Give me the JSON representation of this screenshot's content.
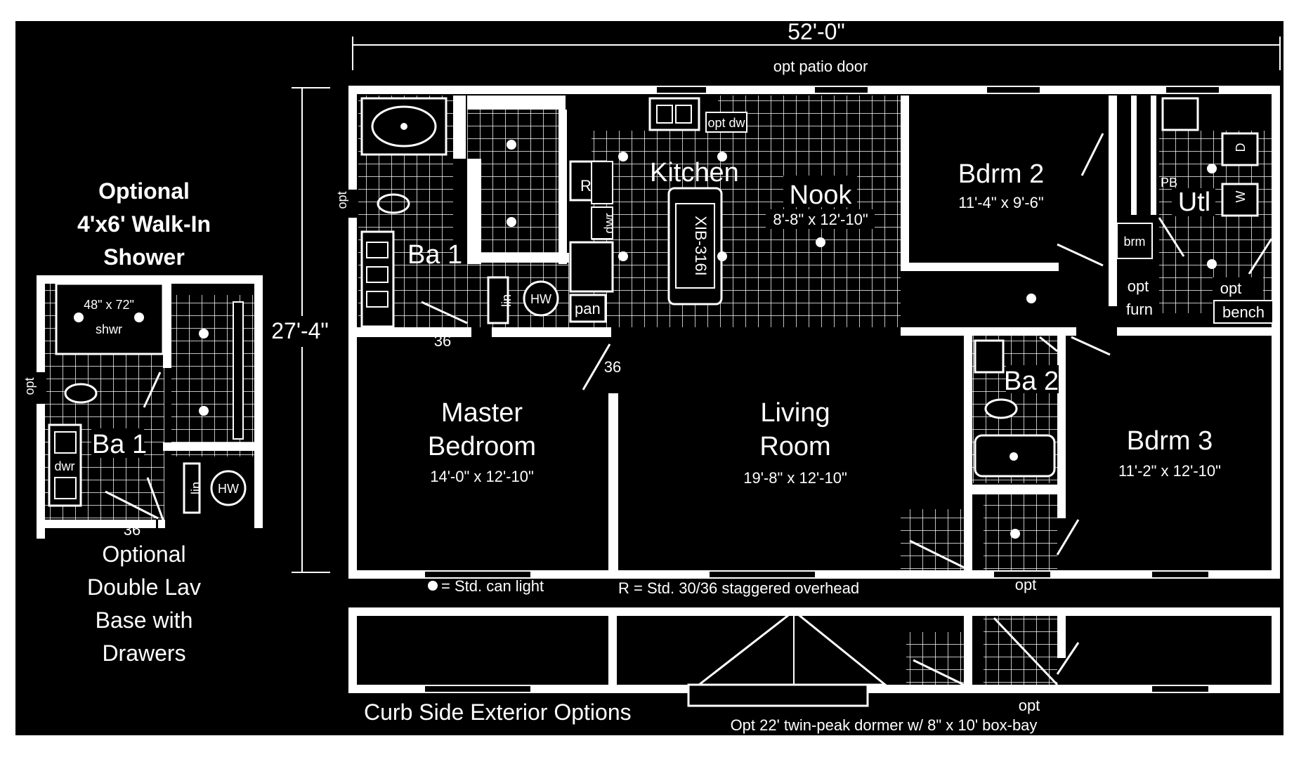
{
  "dimensions": {
    "width": "52'-0\"",
    "depth": "27'-4\""
  },
  "top_note": "opt patio door",
  "rooms": {
    "kitchen": "Kitchen",
    "nook": {
      "name": "Nook",
      "size": "8'-8\" x 12'-10\""
    },
    "bdrm2": {
      "name": "Bdrm 2",
      "size": "11'-4\" x 9'-6\""
    },
    "utl": "Utl",
    "ba1": "Ba 1",
    "ba2": "Ba 2",
    "master": {
      "name_line1": "Master",
      "name_line2": "Bedroom",
      "size": "14'-0\" x 12'-10\""
    },
    "living": {
      "name_line1": "Living",
      "name_line2": "Room",
      "size": "19'-8\" x 12'-10\""
    },
    "bdrm3": {
      "name": "Bdrm 3",
      "size": "11'-2\" x 12'-10\""
    }
  },
  "fixtures": {
    "island": "XIB-316I",
    "opt_dw": "opt dw",
    "refrigerator": "R",
    "dwr": "dwr",
    "pan": "pan",
    "lin": "lin",
    "water_heater": "HW",
    "brm": "brm",
    "opt_furn_1": "opt",
    "opt_furn_2": "furn",
    "opt_bench_1": "opt",
    "bench": "bench",
    "pb": "PB",
    "dryer": "D",
    "washer": "W"
  },
  "door_labels": {
    "d36_a": "36",
    "d36_b": "36",
    "d36_c": "36"
  },
  "side_labels": {
    "opt_main": "opt",
    "opt_inset": "opt",
    "opt_front": "opt",
    "opt_curb": "opt"
  },
  "inset_shower": {
    "title_line1": "Optional",
    "title_line2": "4'x6' Walk-In",
    "title_line3": "Shower",
    "shower_size": "48\" x 72\"",
    "shower_label": "shwr"
  },
  "inset_lav": {
    "title_line1": "Optional",
    "title_line2": "Double Lav",
    "title_line3": "Base with",
    "title_line4": "Drawers"
  },
  "legend": {
    "can_light": "= Std. can light",
    "overhead": "R = Std. 30/36 staggered overhead"
  },
  "curb_side": {
    "title": "Curb Side Exterior Options",
    "dormer": "Opt 22' twin-peak dormer w/ 8\" x 10' box-bay"
  },
  "colors": {
    "background": "#000000",
    "lines": "#ffffff"
  }
}
